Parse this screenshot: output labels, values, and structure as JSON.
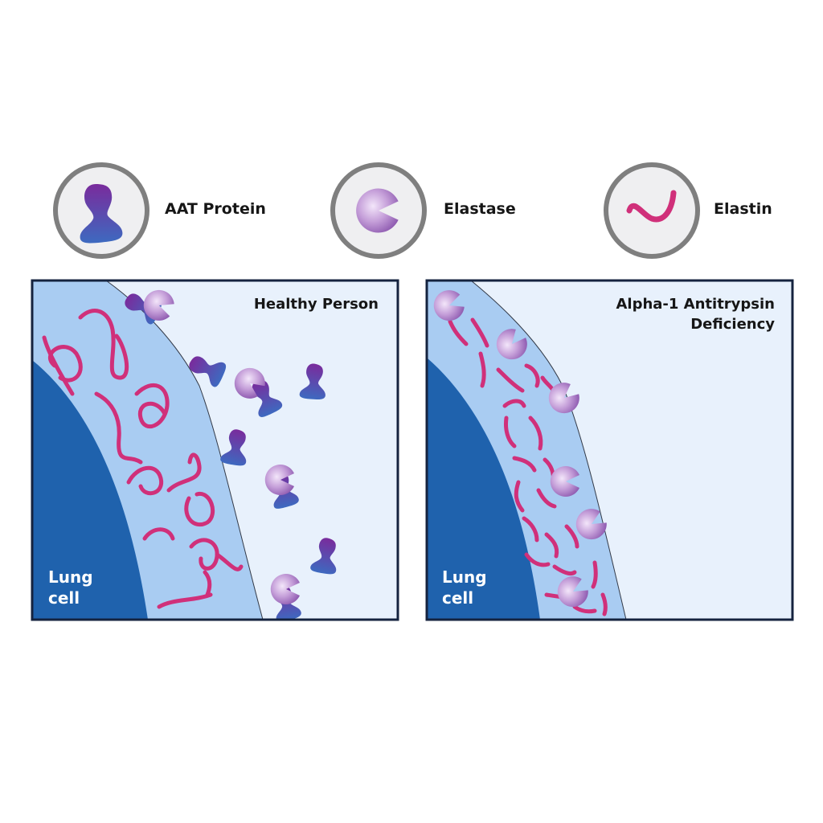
{
  "legend": {
    "aat": "AAT Protein",
    "elastase": "Elastase",
    "elastin": "Elastin"
  },
  "panels": {
    "healthy": {
      "title": "Healthy Person",
      "cell_line1": "Lung",
      "cell_line2": "cell"
    },
    "deficiency": {
      "title_line1": "Alpha-1 Antitrypsin",
      "title_line2": "Deficiency",
      "cell_line1": "Lung",
      "cell_line2": "cell"
    }
  },
  "colors": {
    "panel_bg": "#e8f1fc",
    "tissue": "#a9ccf2",
    "lung_cell": "#1f62ad",
    "border": "#15233f",
    "elastin": "#d0307a",
    "elastase": "#a87ac2",
    "aat_top": "#7a2b9c",
    "aat_bottom": "#3d6ac0",
    "legend_ring": "#7f7f7f"
  },
  "icons": [
    "aat-protein-icon",
    "elastase-icon",
    "elastin-icon"
  ]
}
